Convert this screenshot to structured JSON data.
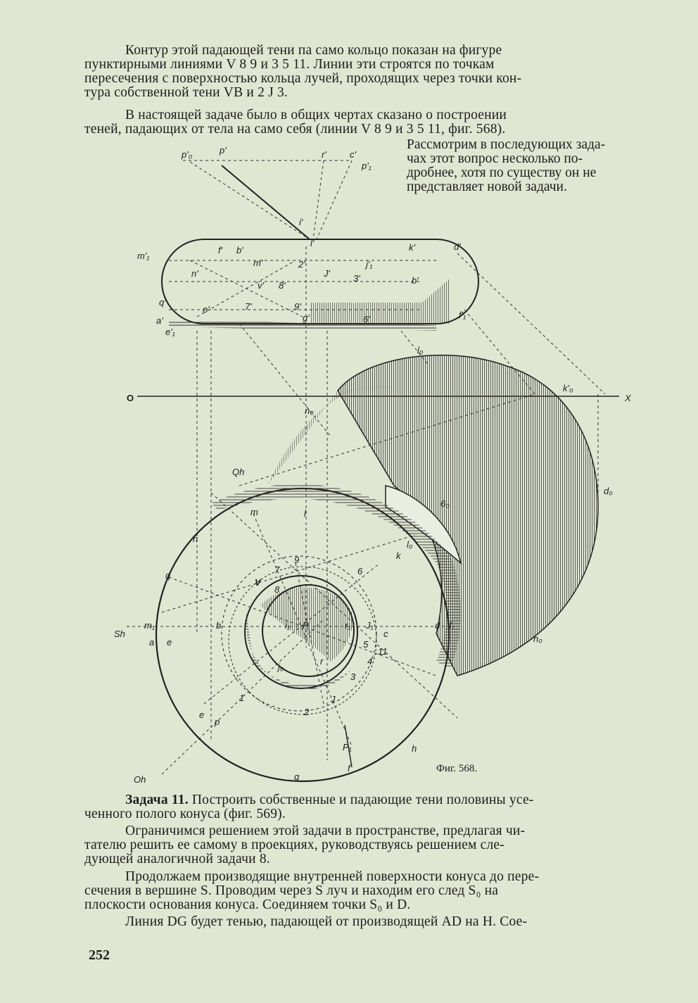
{
  "paragraph_1": [
    "Контур этой падающей тени па само кольцо показан на фигуре",
    "пунктирными линиями V 8 9 и 3 5 11. Линии эти строятся по точкам",
    "пересечения с поверхностью кольца лучей, проходящих через точки кон-",
    "тура собственной тени VB и 2 J 3."
  ],
  "paragraph_2": [
    "В настоящей задаче было в общих чертах сказано о построении",
    "теней, падающих от тела на само себя (линии V 8 9 и 3 5 11, фиг. 568)."
  ],
  "paragraph_2_continued": [
    "Рассмотрим в последующих зада-",
    "чах этот вопрос несколько по-",
    "дробнее, хотя по существу он не",
    "представляет новой задачи."
  ],
  "figure": {
    "caption": "Фиг. 568.",
    "labels": {
      "p0_prime": "p'₀",
      "p_prime": "p'",
      "r_prime": "r'",
      "c_prime": "c'",
      "p1_prime": "p'₁",
      "i_prime": "i'",
      "m1_prime": "m'₁",
      "f_prime": "f'",
      "b_prime": "b'",
      "l_prime": "l'",
      "k_prime": "k'",
      "d_prime": "d'",
      "m_prime": "m'",
      "n_prime": "n'",
      "two_prime": "2'",
      "J_prime": "J'",
      "j1_prime": "j'₁",
      "three_prime": "3'",
      "v_prime": "v'",
      "eight_prime": "8'",
      "b2_prime": "b'",
      "q_prime": "q'",
      "e_prime": "e'",
      "seven_prime": "7'",
      "nine_prime": "9'",
      "g_prime": "g'",
      "six_prime": "6'",
      "a_prime": "a'",
      "e1_prime": "e'₁",
      "f1_prime": "f'₁",
      "l0": "l₀",
      "O": "O",
      "X": "X",
      "k0_prime": "k'₀",
      "n0": "n₀",
      "Qh": "Qh",
      "d0": "d₀",
      "m": "m",
      "l": "l",
      "six0": "6₀",
      "l0b": "l₀",
      "n": "n",
      "k": "k",
      "q": "q",
      "nine": "9",
      "seven": "7",
      "six": "6",
      "V": "V",
      "eight": "8",
      "Sh": "Sh",
      "m1": "m₁",
      "b": "b",
      "i1": "i₁",
      "P": "P",
      "r1": "r₁",
      "J1": "J₁",
      "c": "c",
      "d": "d",
      "f1": "f₁",
      "h0": "h₀",
      "a": "a",
      "e": "e",
      "five": "5",
      "eleven": "11",
      "four": "4",
      "j0": "j₀",
      "r": "r",
      "three": "3",
      "one": "1",
      "J": "J",
      "two": "2",
      "e_low": "e",
      "p": "p",
      "P1": "P₁",
      "h": "h",
      "f": "f",
      "g": "g",
      "Oh": "Oh"
    }
  },
  "task": {
    "title": "Задача 11.",
    "title_rest": " Построить собственные и падающие тени половины усе-",
    "title_line2": "ченного полого конуса (фиг. 569)."
  },
  "paragraph_3": [
    "Ограничимся решением этой задачи в пространстве, предлагая чи-",
    "тателю решить ее самому в проекциях, руководствуясь решением сле-",
    "дующей аналогичной задачи 8."
  ],
  "paragraph_4": [
    "Продолжаем производящие внутренней поверхности конуса до пере-",
    "сечения в вершине S. Проводим через S луч и находим его след S₀ на",
    "плоскости основания конуса. Соединяем точки S₀ и D."
  ],
  "paragraph_5": [
    "Линия DG будет тенью, падающей от производящей AD на H. Сое-"
  ],
  "page_number": "252"
}
